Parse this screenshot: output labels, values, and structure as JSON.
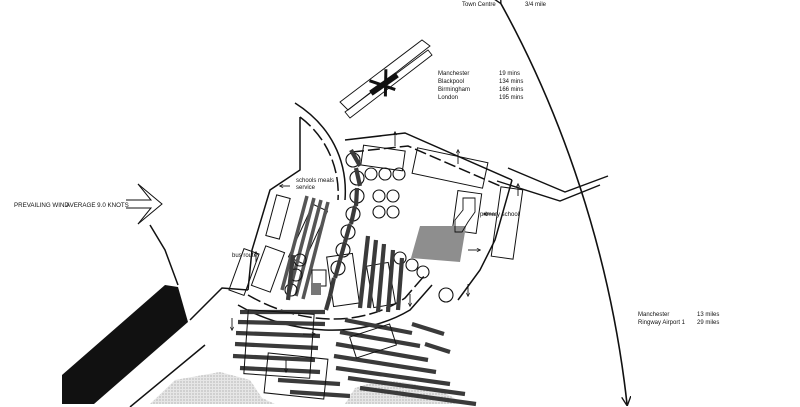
{
  "labels": {
    "town_centre": "Town Centre",
    "town_centre_distance": "3/4 mile",
    "prevailing_wind": "PREVAILING WIND",
    "wind_speed": "AVERAGE 9.0  KNOTS",
    "schools_meals": "schools meals",
    "schools_meals_line2": "service",
    "bus_route": "bus route",
    "primary_school": "primary school"
  },
  "rail_times": [
    {
      "place": "Manchester",
      "time": "19 mins"
    },
    {
      "place": "Blackpool",
      "time": "134 mins"
    },
    {
      "place": "Birmingham",
      "time": "166 mins"
    },
    {
      "place": "London",
      "time": "195 mins"
    }
  ],
  "road_distances": [
    {
      "place": "Manchester",
      "distance": "13 miles"
    },
    {
      "place": "Ringway Airport 1",
      "distance": "29 miles"
    }
  ],
  "colors": {
    "ink": "#111111",
    "hatch": "#3a3a3a",
    "pitch": "#8e8e8e",
    "stipple": "#d9d9d9"
  },
  "icons": [
    "tree-icon",
    "wind-arrow-icon",
    "circulation-arrow-icon",
    "railway-station-icon"
  ]
}
